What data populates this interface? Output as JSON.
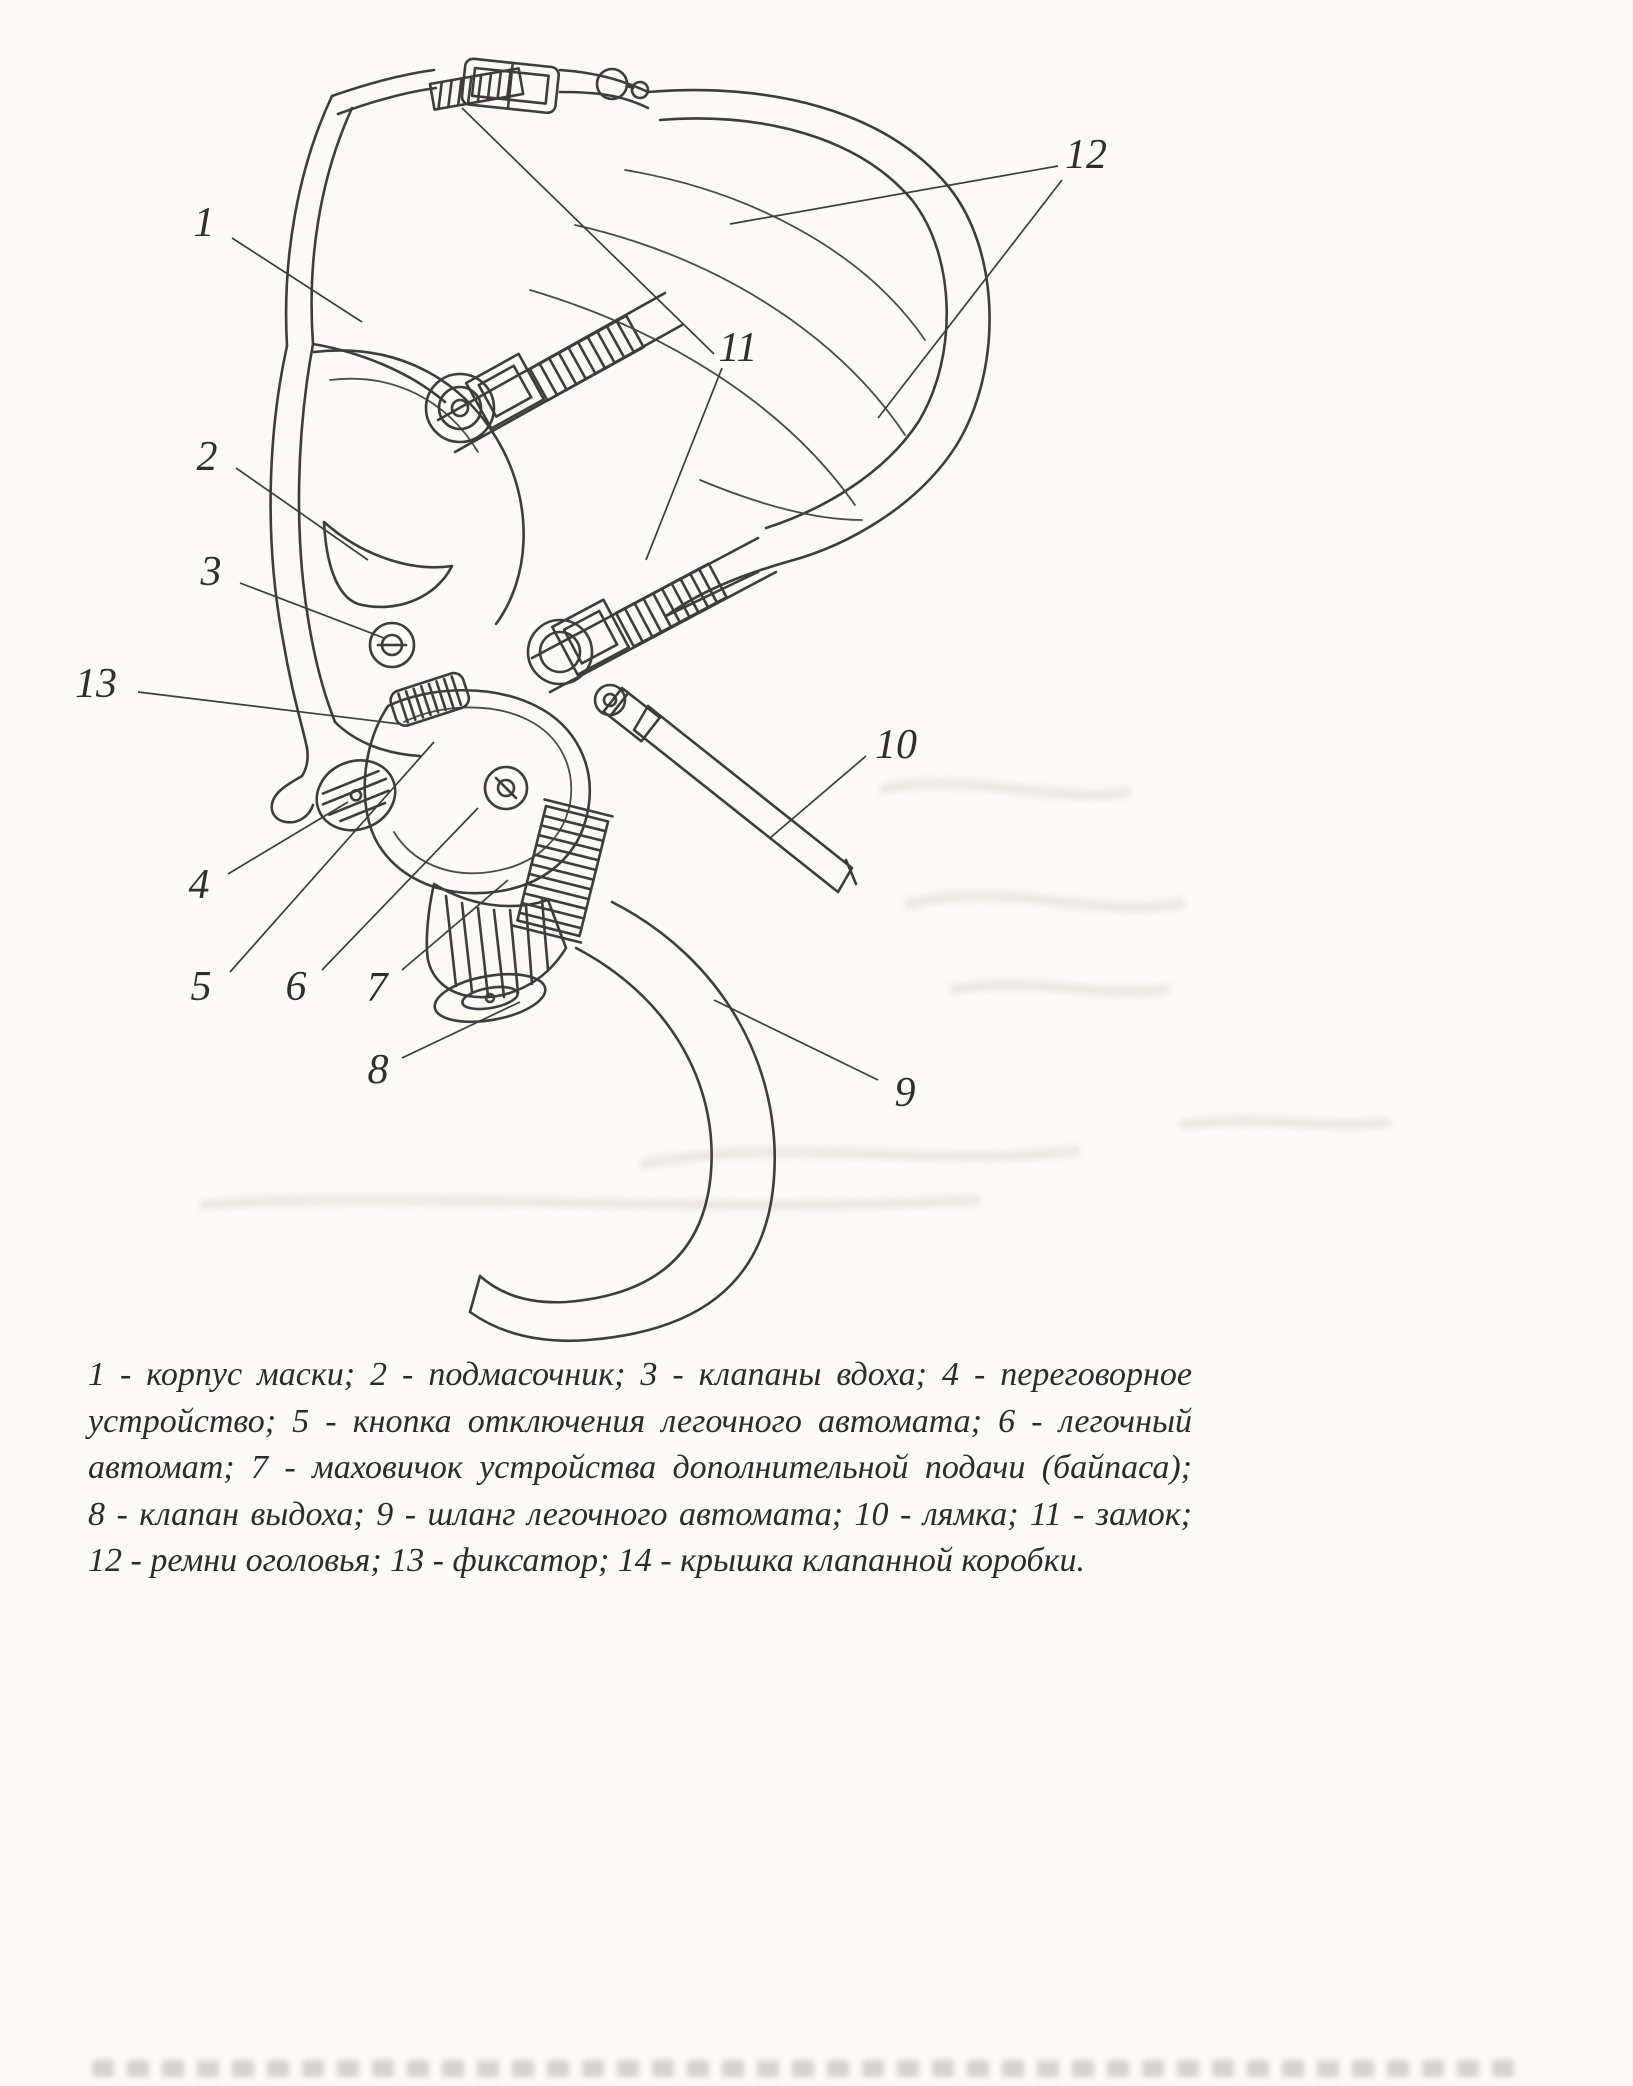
{
  "figure": {
    "callouts": [
      {
        "label": "1"
      },
      {
        "label": "2"
      },
      {
        "label": "3"
      },
      {
        "label": "4"
      },
      {
        "label": "5"
      },
      {
        "label": "6"
      },
      {
        "label": "7"
      },
      {
        "label": "8"
      },
      {
        "label": "9"
      },
      {
        "label": "10"
      },
      {
        "label": "11"
      },
      {
        "label": "12"
      },
      {
        "label": "13"
      }
    ]
  },
  "legend": {
    "lines": [
      "1 - корпус маски; 2 - подмасочник; 3 - клапаны вдоха; 4 - переговорное",
      "устройство; 5 - кнопка отключения легочного автомата; 6 - легочный",
      "автомат; 7 - маховичок устройства дополнительной подачи (байпаса);",
      "8 - клапан выдоха; 9 - шланг легочного автомата; 10 - лямка; 11 - замок;",
      "12 - ремни оголовья; 13 - фиксатор; 14 - крышка клапанной коробки."
    ]
  },
  "colors": {
    "ink": "#3d3d3d",
    "paper": "#fbfaf7"
  }
}
